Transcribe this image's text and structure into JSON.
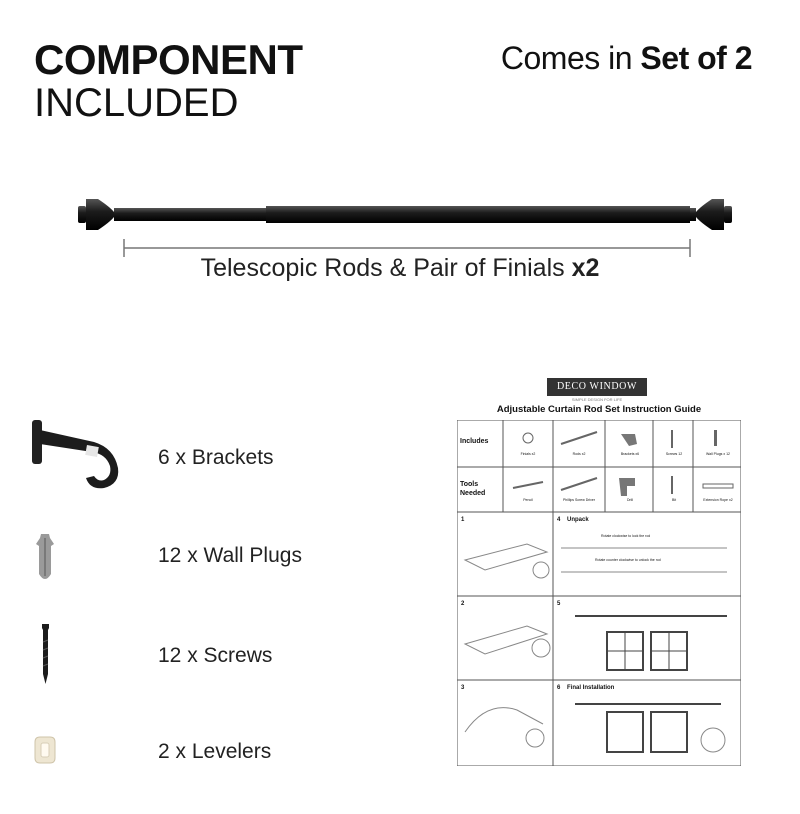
{
  "header": {
    "title_line1": "COMPONENT",
    "title_line2": "INCLUDED",
    "set_prefix": "Comes in ",
    "set_bold": "Set of 2"
  },
  "rod": {
    "caption": "Telescopic Rods & Pair of Finials ",
    "caption_bold": "x2"
  },
  "components": [
    {
      "label": "6 x Brackets",
      "icon": "bracket-icon"
    },
    {
      "label": "12 x Wall Plugs",
      "icon": "wall-plug-icon"
    },
    {
      "label": "12 x Screws",
      "icon": "screw-icon"
    },
    {
      "label": "2 x Levelers",
      "icon": "leveler-icon"
    }
  ],
  "guide": {
    "brand": "DECO WINDOW",
    "brand_tagline": "SIMPLE DESIGN FOR LIFE",
    "title": "Adjustable Curtain Rod Set Instruction Guide",
    "includes_label": "Includes",
    "includes": [
      "Finials x2",
      "Rods x2",
      "Brackets x6",
      "Screws 12",
      "Wall Plugs x 12"
    ],
    "tools_label": "Tools Needed",
    "tools": [
      "Pencil",
      "Phillips Screw Driver",
      "Drill",
      "Bit",
      "Extension Rope x2"
    ],
    "steps": [
      {
        "number": "1",
        "heading": ""
      },
      {
        "number": "4",
        "heading": "Unpack"
      },
      {
        "number": "2",
        "heading": ""
      },
      {
        "number": "5",
        "heading": ""
      },
      {
        "number": "3",
        "heading": ""
      },
      {
        "number": "6",
        "heading": "Final Installation"
      }
    ],
    "step4_notes": [
      "Rotate clockwise to lock the rod",
      "Rotate counter clockwise to unlock the rod"
    ]
  },
  "colors": {
    "rod": "#1c1c1c",
    "text": "#111111",
    "guide_line": "#555555"
  }
}
